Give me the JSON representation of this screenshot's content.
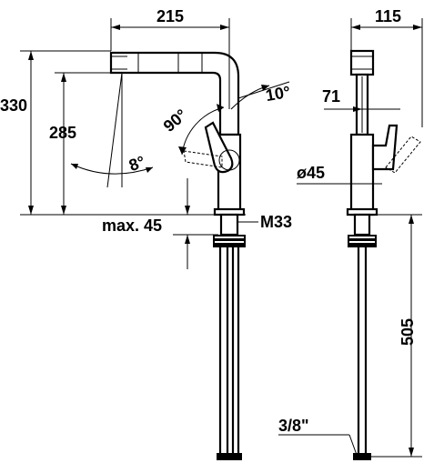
{
  "dimensions": {
    "spout_reach": "215",
    "side_width": "115",
    "total_height": "330",
    "spout_height": "285",
    "swivel_angle": "90°",
    "tilt_angle": "10°",
    "spray_angle": "8°",
    "handle_offset": "71",
    "body_diameter": "ø45",
    "deck_thickness": "max. 45",
    "thread": "M33",
    "hose_length": "505",
    "connection": "3/8\""
  }
}
